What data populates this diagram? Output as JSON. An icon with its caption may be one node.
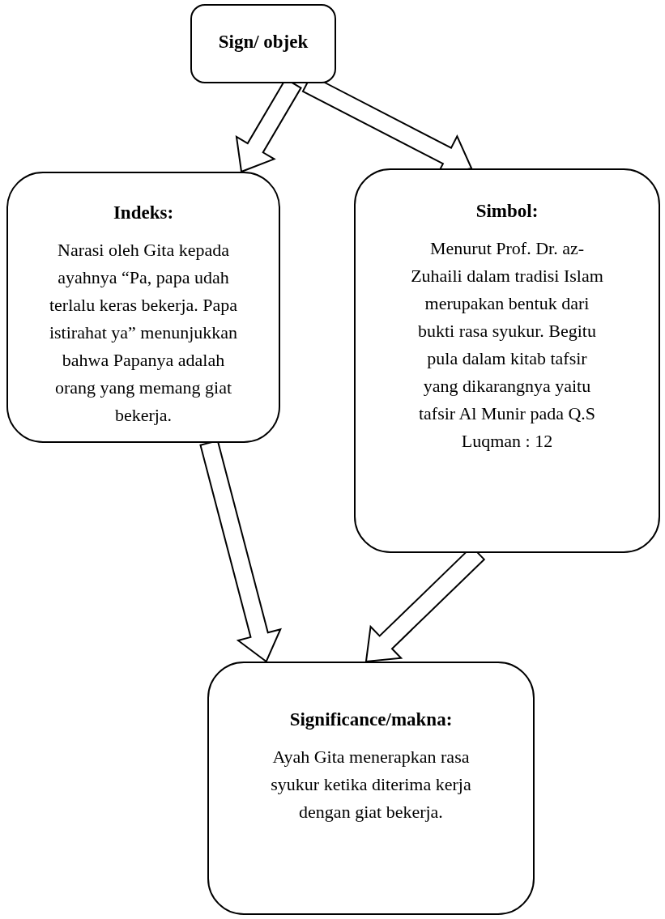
{
  "diagram": {
    "nodes": [
      {
        "text": [
          "Sign/ objek"
        ]
      },
      {
        "text": [
          "Indeks:",
          "Narasi oleh Gita kepada ayahnya “Pa, papa udah terlalu keras bekerja. Papa istirahat ya” menunjukkan bahwa Papanya adalah orang yang memang giat bekerja."
        ]
      },
      {
        "text": [
          "Simbol:",
          "Menurut Prof. Dr. az-Zuhaili dalam tradisi Islam merupakan bentuk dari bukti rasa syukur. Begitu pula dalam kitab tafsir yang dikarangnya yaitu tafsir Al Munir pada Q.S Luqman : 12"
        ]
      },
      {
        "text": [
          "Significance/makna:",
          "Ayah Gita menerapkan rasa syukur ketika diterima kerja dengan giat bekerja."
        ]
      }
    ],
    "edges": [
      {
        "from": 0,
        "to": 1,
        "arrow": "to"
      },
      {
        "from": 0,
        "to": 2,
        "arrow": "to"
      },
      {
        "from": 1,
        "to": 3,
        "arrow": "to"
      },
      {
        "from": 2,
        "to": 3,
        "arrow": "to"
      }
    ]
  }
}
